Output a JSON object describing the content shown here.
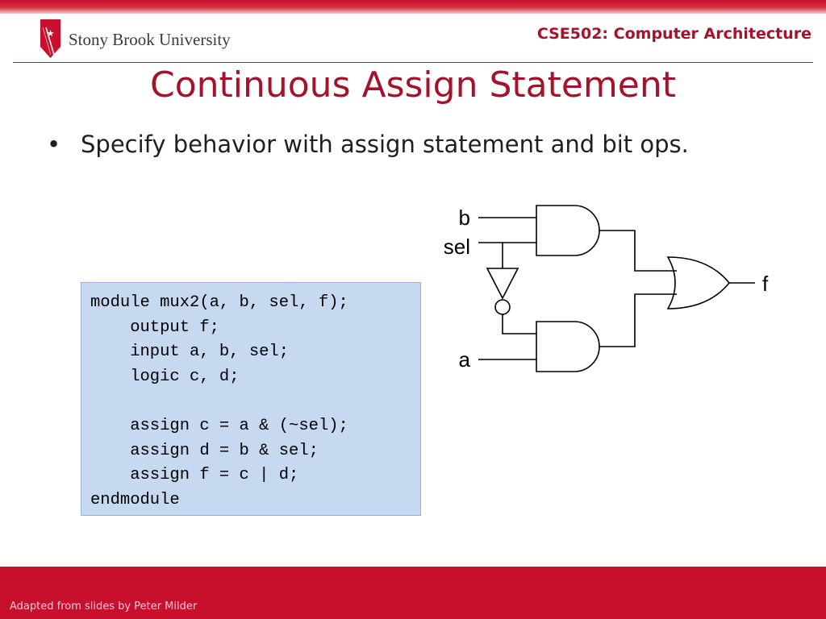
{
  "header": {
    "logo_text": "Stony Brook University",
    "course": "CSE502: Computer Architecture"
  },
  "slide": {
    "title": "Continuous Assign Statement",
    "bullets": [
      "Specify behavior with assign statement and bit ops."
    ]
  },
  "code": {
    "lines": [
      "module mux2(a, b, sel, f);",
      "    output f;",
      "    input a, b, sel;",
      "    logic c, d;",
      "",
      "    assign c = a & (~sel);",
      "    assign d = b & sel;",
      "    assign f = c | d;",
      "endmodule"
    ]
  },
  "diagram": {
    "labels": {
      "b": "b",
      "sel": "sel",
      "a": "a",
      "f": "f"
    }
  },
  "footer": {
    "text": "Adapted from slides by Peter Milder"
  },
  "colors": {
    "accent": "#c8102e",
    "title": "#a5122a",
    "code_bg": "#c6d9f1"
  }
}
